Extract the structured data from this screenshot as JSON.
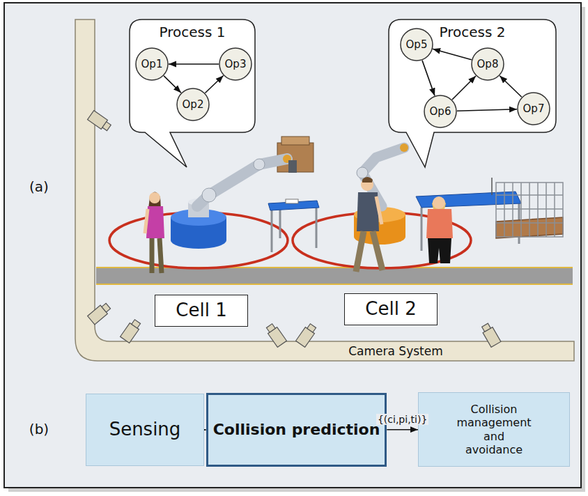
{
  "diagram": {
    "nodes": [
      {
        "text": [
          "Process 1"
        ]
      },
      {
        "text": [
          "Op1"
        ],
        "in": 0
      },
      {
        "text": [
          "Op2"
        ],
        "in": 0
      },
      {
        "text": [
          "Op3"
        ],
        "in": 0
      },
      {
        "text": [
          "Process 2"
        ]
      },
      {
        "text": [
          "Op5"
        ],
        "in": 4
      },
      {
        "text": [
          "Op8"
        ],
        "in": 4
      },
      {
        "text": [
          "Op6"
        ],
        "in": 4
      },
      {
        "text": [
          "Op7"
        ],
        "in": 4
      },
      {
        "text": [
          "Cell 1"
        ]
      },
      {
        "text": [
          "Cell 2"
        ]
      },
      {
        "text": [
          "Sensing"
        ]
      },
      {
        "text": [
          "Collision prediction"
        ]
      },
      {
        "text": [
          "Collision management and avoidance"
        ]
      }
    ],
    "edges": [
      {
        "from": 3,
        "to": 1,
        "arrow": "to"
      },
      {
        "from": 1,
        "to": 2,
        "arrow": "to"
      },
      {
        "from": 2,
        "to": 3,
        "arrow": "to"
      },
      {
        "from": 6,
        "to": 5,
        "arrow": "to"
      },
      {
        "from": 5,
        "to": 7,
        "arrow": "to"
      },
      {
        "from": 7,
        "to": 6,
        "arrow": "to"
      },
      {
        "from": 7,
        "to": 8,
        "arrow": "to"
      },
      {
        "from": 8,
        "to": 6,
        "arrow": "to"
      },
      {
        "from": 11,
        "to": 12,
        "arrow": "to"
      },
      {
        "from": 12,
        "to": 13,
        "label": "{(ci,pi,ti)}",
        "arrow": "to"
      }
    ],
    "labels": [
      "(a)",
      "(b)",
      "Camera System"
    ]
  }
}
